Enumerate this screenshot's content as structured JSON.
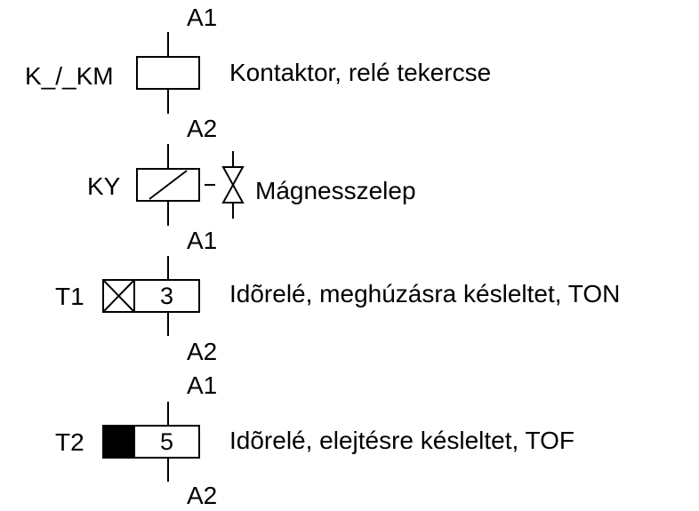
{
  "symbols": [
    {
      "designation": "K_/_KM",
      "terminal_top": "A1",
      "terminal_bottom": "A2",
      "description": "Kontaktor, relé tekercse"
    },
    {
      "designation": "KY",
      "description": "Mágnesszelep"
    },
    {
      "designation": "T1",
      "terminal_top": "A1",
      "terminal_bottom": "A2",
      "value": "3",
      "description": "Idõrelé, meghúzásra késleltet, TON"
    },
    {
      "designation": "T2",
      "terminal_top": "A1",
      "terminal_bottom": "A2",
      "value": "5",
      "description": "Idõrelé, elejtésre késleltet, TOF"
    }
  ],
  "colors": {
    "stroke": "#000000",
    "background": "#ffffff",
    "fill_tof": "#000000"
  }
}
